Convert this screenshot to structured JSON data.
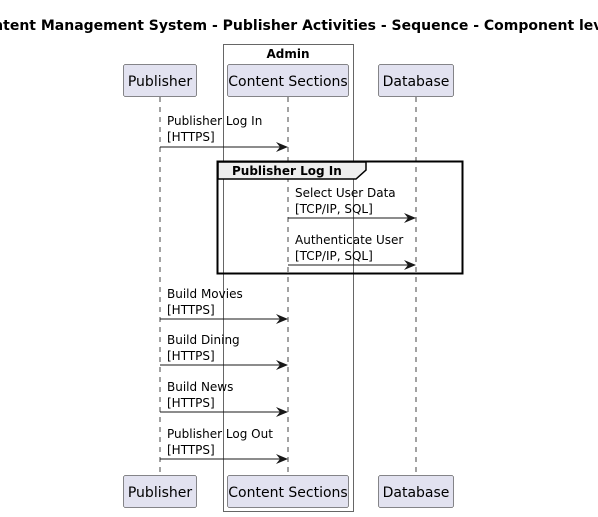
{
  "title": "Content Management System - Publisher Activities - Sequence - Component level",
  "boundary": {
    "label": "Admin"
  },
  "participants": [
    {
      "id": "publisher",
      "label": "Publisher"
    },
    {
      "id": "content",
      "label": "Content Sections"
    },
    {
      "id": "database",
      "label": "Database"
    }
  ],
  "group": {
    "label": "Publisher Log In"
  },
  "messages": [
    {
      "line1": "Publisher Log In",
      "line2": "[HTTPS]",
      "from": "publisher",
      "to": "content"
    },
    {
      "line1": "Select User Data",
      "line2": "[TCP/IP, SQL]",
      "from": "content",
      "to": "database"
    },
    {
      "line1": "Authenticate User",
      "line2": "[TCP/IP, SQL]",
      "from": "content",
      "to": "database"
    },
    {
      "line1": "Build Movies",
      "line2": "[HTTPS]",
      "from": "publisher",
      "to": "content"
    },
    {
      "line1": "Build Dining",
      "line2": "[HTTPS]",
      "from": "publisher",
      "to": "content"
    },
    {
      "line1": "Build News",
      "line2": "[HTTPS]",
      "from": "publisher",
      "to": "content"
    },
    {
      "line1": "Publisher Log Out",
      "line2": "[HTTPS]",
      "from": "publisher",
      "to": "content"
    }
  ],
  "colors": {
    "participant_fill": "#E2E2F0",
    "participant_stroke": "#181818",
    "lifeline": "#181818",
    "group_header_fill": "#EEEEEE",
    "boundary_stroke": "#000000"
  }
}
